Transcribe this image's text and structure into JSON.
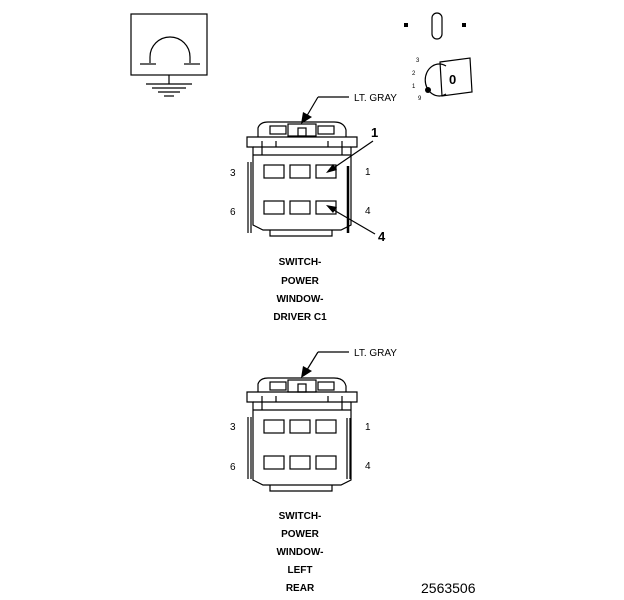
{
  "ground_symbol": {
    "icon": "ohm-ground-icon"
  },
  "ignition_key": {
    "icon": "ignition-key-icon",
    "positions": [
      "3",
      "2",
      "1",
      "9"
    ],
    "key_label": "0"
  },
  "connector_c1": {
    "color_label": "LT. GRAY",
    "pin_labels": {
      "top_left": "3",
      "bottom_left": "6",
      "top_right": "1",
      "bottom_right": "4"
    },
    "callouts": [
      "1",
      "4"
    ],
    "title_lines": [
      "SWITCH-",
      "POWER",
      "WINDOW-",
      "DRIVER C1"
    ]
  },
  "connector_lr": {
    "color_label": "LT. GRAY",
    "pin_labels": {
      "top_left": "3",
      "bottom_left": "6",
      "top_right": "1",
      "bottom_right": "4"
    },
    "title_lines": [
      "SWITCH-",
      "POWER",
      "WINDOW-",
      "LEFT",
      "REAR"
    ]
  },
  "figure_number": "2563506"
}
